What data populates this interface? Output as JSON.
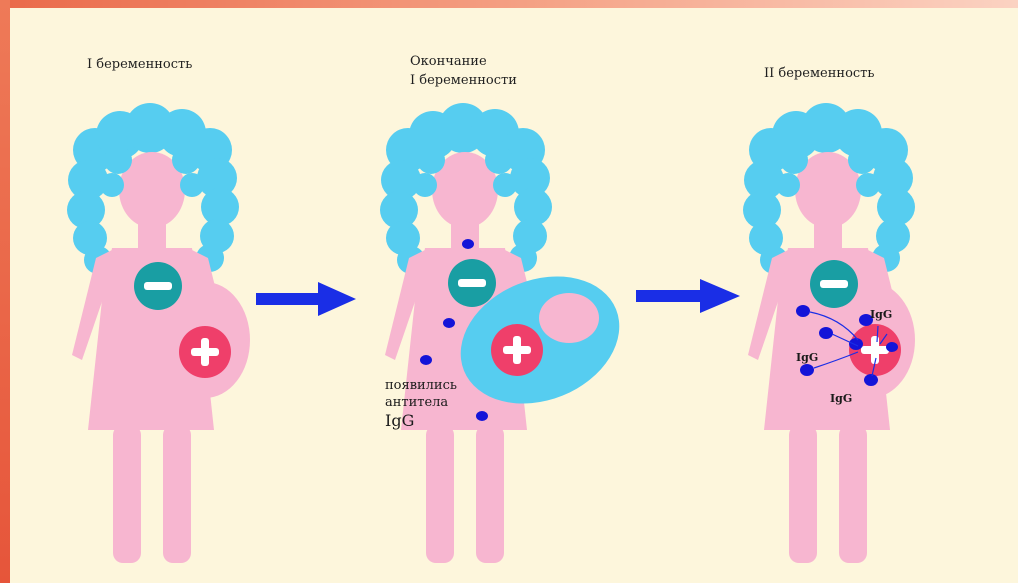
{
  "panels": [
    {
      "caption_lines": [
        "I беременность"
      ]
    },
    {
      "caption_lines": [
        "Окончание",
        "I беременности"
      ]
    },
    {
      "caption_lines": [
        "II беременность"
      ]
    }
  ],
  "panel2_label_lines": [
    "появились",
    "антитела",
    "IgG"
  ],
  "panel3_igg_labels": [
    "IgG",
    "IgG",
    "IgG"
  ],
  "colors": {
    "background": "#fdf6dc",
    "hair": "#56cdf0",
    "body": "#f7b6d0",
    "rh_negative": "#199ea3",
    "rh_positive": "#ef3f6a",
    "antibody": "#1414d8",
    "arrow": "#1a2ee6"
  },
  "icons": [
    "minus-sign-icon",
    "plus-sign-icon",
    "arrow-right-icon"
  ]
}
